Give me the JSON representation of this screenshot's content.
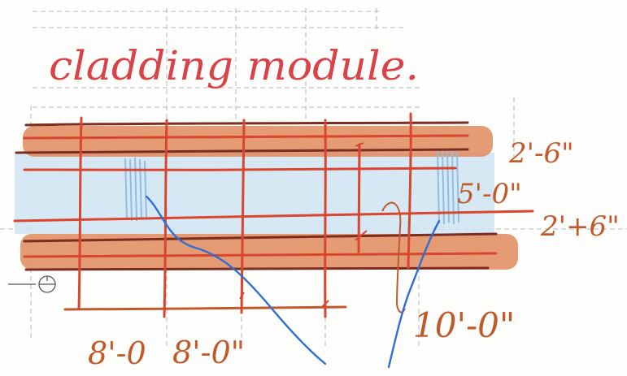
{
  "title": "cladding module.",
  "dimensions_right": [
    "2'-6\"",
    "5'-0\"",
    "2'+6\""
  ],
  "dimensions_bottom": [
    "8'-0",
    "8'-0\"",
    "10'-0\""
  ],
  "colors": {
    "title_ink": "#d8434a",
    "dimension_ink": "#c15a2a",
    "grid_line": "#b8b8b8",
    "band_orange": "#e08a5c",
    "band_blue": "#cfe4f1",
    "frame_red": "#d9452e",
    "frame_brown": "#7a2e22",
    "leader_blue": "#2f6fcf"
  }
}
